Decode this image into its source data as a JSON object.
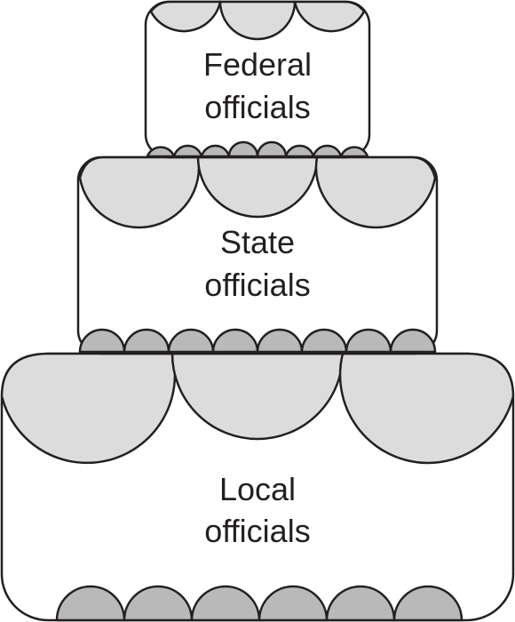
{
  "tiers": {
    "federal": {
      "line1": "Federal",
      "line2": "officials"
    },
    "state": {
      "line1": "State",
      "line2": "officials"
    },
    "local": {
      "line1": "Local",
      "line2": "officials"
    }
  },
  "colors": {
    "outline": "#231f20",
    "drape": "#dcdcdc",
    "bead": "#b9b9b9",
    "cake": "#ffffff"
  }
}
